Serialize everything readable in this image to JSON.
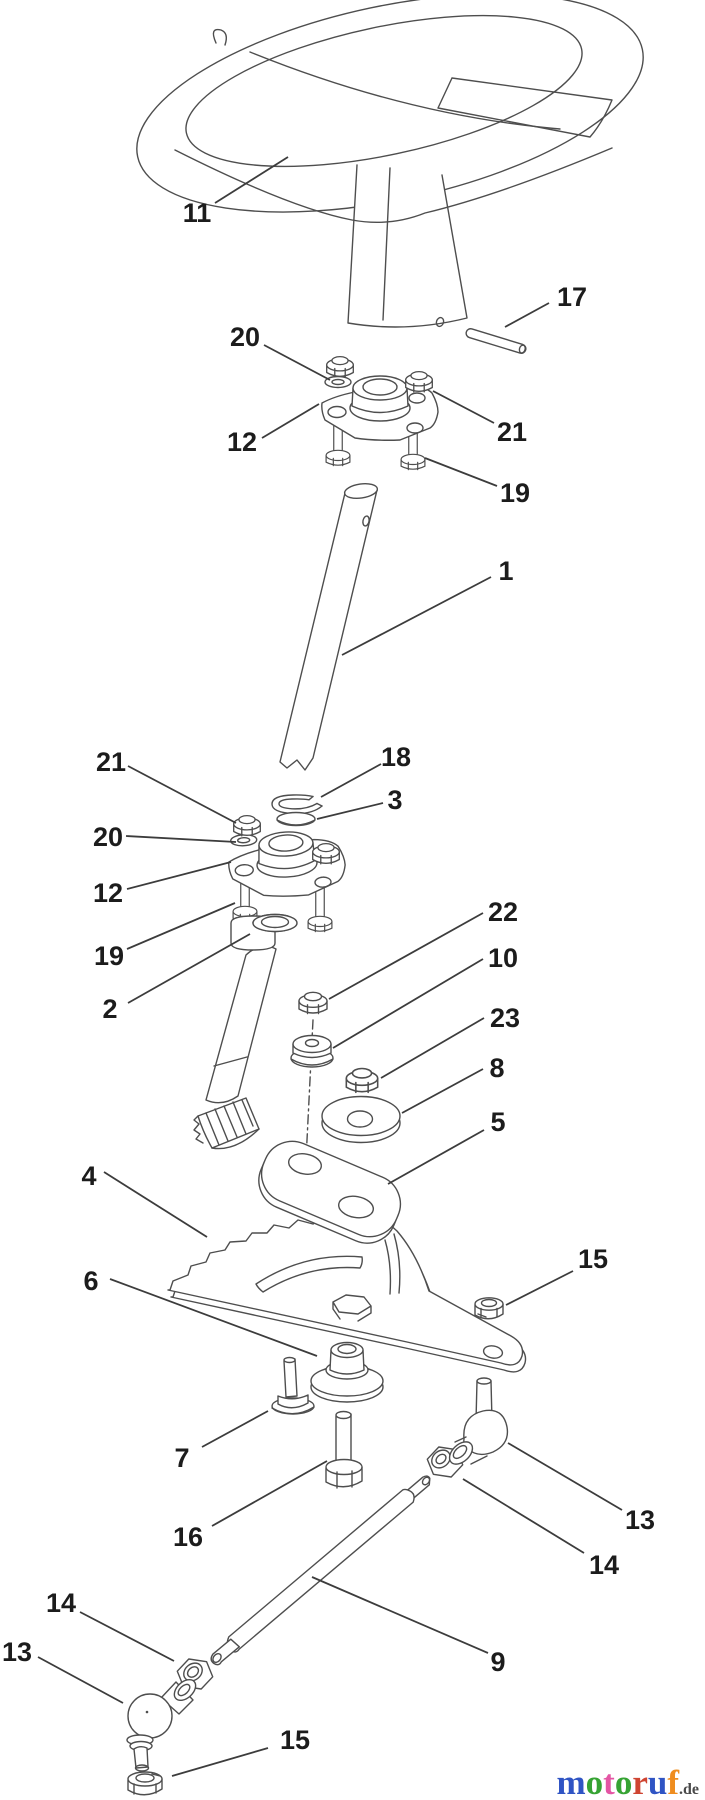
{
  "diagram": {
    "kind": "exploded-parts-diagram",
    "background_color": "#ffffff",
    "line_color": "#4e4e4e",
    "label_color": "#1c1c1c"
  },
  "callouts": [
    {
      "id": "steering-wheel",
      "number": "11"
    },
    {
      "id": "roll-pin",
      "number": "17"
    },
    {
      "id": "washer-top",
      "number": "20"
    },
    {
      "id": "locknut-top",
      "number": "21"
    },
    {
      "id": "bearing-flange-top",
      "number": "12"
    },
    {
      "id": "carriage-bolt-top",
      "number": "19"
    },
    {
      "id": "upper-steering-shaft",
      "number": "1"
    },
    {
      "id": "locknut-mid",
      "number": "21"
    },
    {
      "id": "retaining-ring",
      "number": "18"
    },
    {
      "id": "thrust-washer",
      "number": "3"
    },
    {
      "id": "washer-mid",
      "number": "20"
    },
    {
      "id": "bearing-flange-mid",
      "number": "12"
    },
    {
      "id": "carriage-bolt-mid",
      "number": "19"
    },
    {
      "id": "lower-steering-shaft",
      "number": "2"
    },
    {
      "id": "locknut-small",
      "number": "22"
    },
    {
      "id": "rubber-grommet",
      "number": "10"
    },
    {
      "id": "locknut-med",
      "number": "23"
    },
    {
      "id": "flat-washer",
      "number": "8"
    },
    {
      "id": "steering-plate",
      "number": "5"
    },
    {
      "id": "sector-gear",
      "number": "4"
    },
    {
      "id": "flange-bushing",
      "number": "6"
    },
    {
      "id": "slotted-nut-right",
      "number": "15"
    },
    {
      "id": "flange-bolt",
      "number": "7"
    },
    {
      "id": "hex-bolt",
      "number": "16"
    },
    {
      "id": "ball-joint-right",
      "number": "13"
    },
    {
      "id": "jam-nut-right",
      "number": "14"
    },
    {
      "id": "tie-rod",
      "number": "9"
    },
    {
      "id": "jam-nut-left",
      "number": "14"
    },
    {
      "id": "ball-joint-left",
      "number": "13"
    },
    {
      "id": "slotted-nut-bottom",
      "number": "15"
    }
  ],
  "watermark": {
    "letters": [
      {
        "char": "m",
        "color": "#2f54c4"
      },
      {
        "char": "o",
        "color": "#36a333"
      },
      {
        "char": "t",
        "color": "#e455a4"
      },
      {
        "char": "o",
        "color": "#36a333"
      },
      {
        "char": "r",
        "color": "#cf4431"
      },
      {
        "char": "u",
        "color": "#2f54c4"
      },
      {
        "char": "f",
        "color": "#ef8d1f"
      }
    ],
    "suffix": ".de",
    "suffix_color": "#4a4a4a"
  }
}
